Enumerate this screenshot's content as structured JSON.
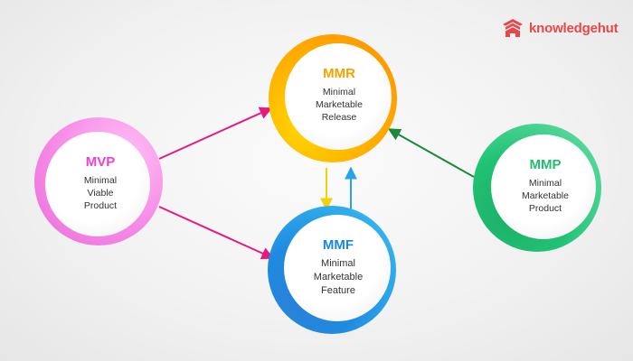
{
  "logo": {
    "brand": "knowledgehut",
    "icon": "house-stack-icon",
    "color": "#e8474a"
  },
  "nodes": {
    "mmr": {
      "abbr": "MMR",
      "line1": "Minimal",
      "line2": "Marketable",
      "line3": "Release",
      "color": "#ffb400"
    },
    "mvp": {
      "abbr": "MVP",
      "line1": "Minimal",
      "line2": "Viable",
      "line3": "Product",
      "color": "#ee3ed8"
    },
    "mmf": {
      "abbr": "MMF",
      "line1": "Minimal",
      "line2": "Marketable",
      "line3": "Feature",
      "color": "#1987e0"
    },
    "mmp": {
      "abbr": "MMP",
      "line1": "Minimal",
      "line2": "Marketable",
      "line3": "Product",
      "color": "#1fbf6f"
    }
  },
  "edges": [
    {
      "from": "MVP",
      "to": "MMR",
      "color": "#e8187f"
    },
    {
      "from": "MVP",
      "to": "MMF",
      "color": "#e8187f"
    },
    {
      "from": "MMR",
      "to": "MMF",
      "color": "#f2d200"
    },
    {
      "from": "MMF",
      "to": "MMR",
      "color": "#29a3e8"
    },
    {
      "from": "MMP",
      "to": "MMR",
      "color": "#1a8a3c"
    }
  ]
}
